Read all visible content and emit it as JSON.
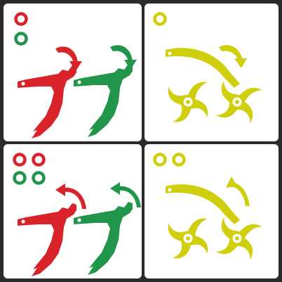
{
  "colors": {
    "red": "#d8232a",
    "green": "#21964a",
    "yellow": "#cfcf0e",
    "background": "#ffffff",
    "border": "#2b2b2b"
  },
  "panels": [
    {
      "id": "red-green-tines-rotate-down",
      "rings": [
        "red",
        "green"
      ],
      "arrow_direction": "clockwise"
    },
    {
      "id": "yellow-rotors-swing-down",
      "rings": [
        "yellow"
      ],
      "arrow_direction": "clockwise"
    },
    {
      "id": "red-green-tines-rotate-up",
      "rings": [
        "red",
        "red",
        "green",
        "green"
      ],
      "arrow_direction": "counterclockwise"
    },
    {
      "id": "yellow-rotors-swing-up",
      "rings": [
        "yellow",
        "yellow"
      ],
      "arrow_direction": "counterclockwise"
    }
  ]
}
